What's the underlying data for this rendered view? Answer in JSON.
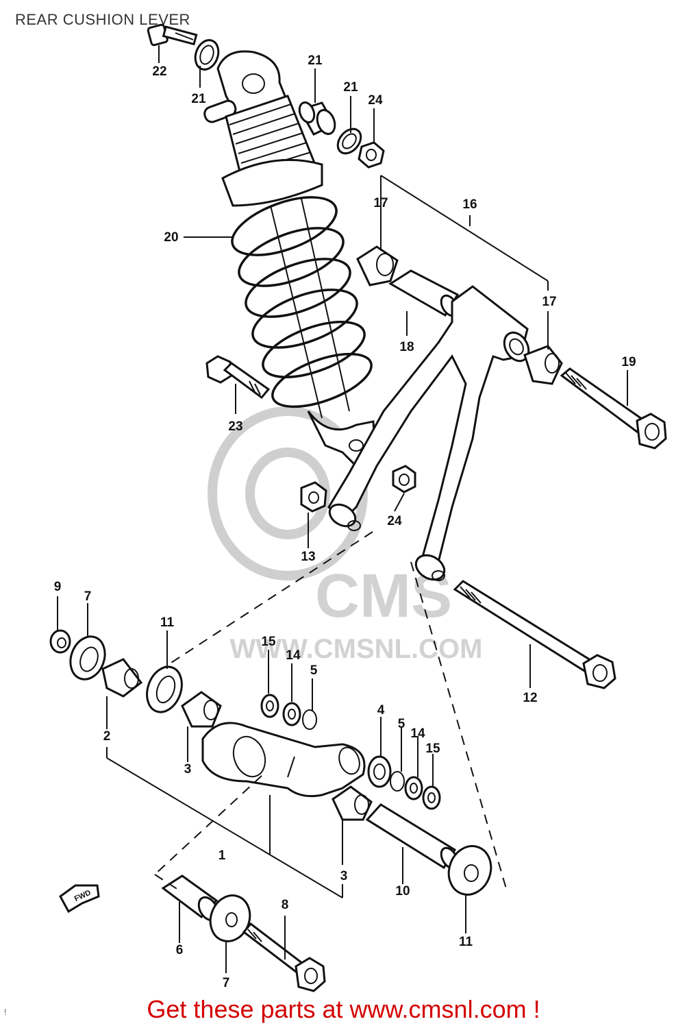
{
  "header": {
    "title": "REAR CUSHION LEVER"
  },
  "watermark": {
    "text": "WWW.CMSNL.COM",
    "logo": "CMS"
  },
  "callouts": {
    "c1": "1",
    "c2": "2",
    "c3a": "3",
    "c3b": "3",
    "c4": "4",
    "c5a": "5",
    "c5b": "5",
    "c6": "6",
    "c7a": "7",
    "c7b": "7",
    "c8": "8",
    "c9": "9",
    "c10": "10",
    "c11a": "11",
    "c11b": "11",
    "c12": "12",
    "c13": "13",
    "c14a": "14",
    "c14b": "14",
    "c15a": "15",
    "c15b": "15",
    "c16": "16",
    "c17a": "17",
    "c17b": "17",
    "c18": "18",
    "c19": "19",
    "c20": "20",
    "c21a": "21",
    "c21b": "21",
    "c21c": "21",
    "c22": "22",
    "c23": "23",
    "c24a": "24",
    "c24b": "24"
  },
  "fwd_arrow": {
    "label": "FWD"
  },
  "footer": {
    "text": "Get these parts at www.cmsnl.com !"
  },
  "corner_mark": "!"
}
